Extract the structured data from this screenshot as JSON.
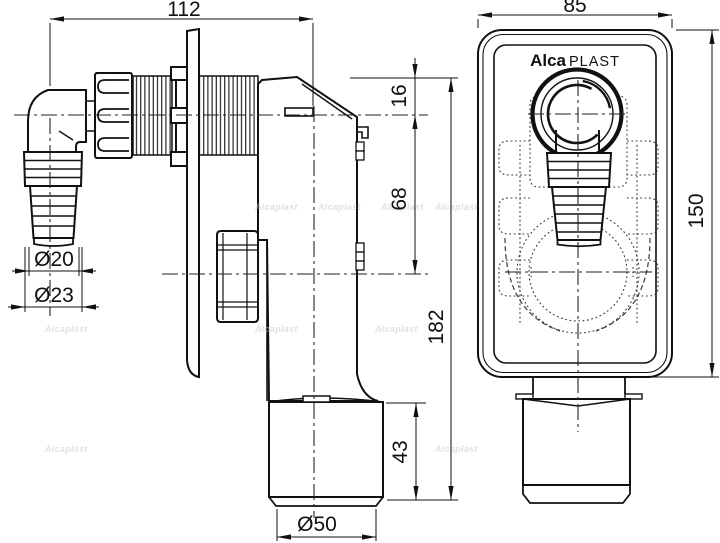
{
  "drawing": {
    "type": "technical-drawing",
    "background": "#ffffff",
    "line_color": "#111111",
    "watermark_color": "#c9c9c9",
    "logo": {
      "bold": "Alca",
      "light": "PLAST"
    },
    "watermark": {
      "text": "Alcaplast"
    },
    "dimensions": {
      "total_width": "112",
      "plate_width": "85",
      "inlet_axis_offset": "16",
      "trap_axis_offset": "68",
      "total_height": "182",
      "plate_height": "150",
      "outlet_length": "43",
      "hose_inner_dia": "Ø20",
      "hose_outer_dia": "Ø23",
      "outlet_dia": "Ø50"
    }
  }
}
